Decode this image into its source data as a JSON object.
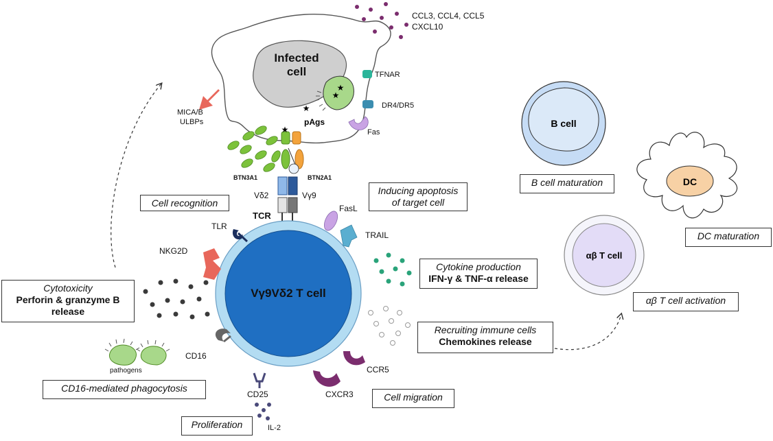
{
  "infected_cell": {
    "title_line1": "Infected",
    "title_line2": "cell",
    "pags": "pAgs"
  },
  "central_cell": {
    "name": "Vγ9Vδ2 T cell"
  },
  "b_cell": {
    "name": "B cell"
  },
  "dc": {
    "name": "DC"
  },
  "ab_t_cell": {
    "name": "αβ T cell"
  },
  "labels": {
    "chemokines": "CCL3,  CCL4,  CCL5",
    "cxcl10": "CXCL10",
    "tfnar": "TFNAR",
    "dr4_dr5": "DR4/DR5",
    "fas": "Fas",
    "mica_b": "MICA/B",
    "ulbps": "ULBPs",
    "btn3a1": "BTN3A1",
    "btn2a1": "BTN2A1",
    "vd2": "Vδ2",
    "vg9": "Vγ9",
    "tcr": "TCR",
    "tlr": "TLR",
    "nkg2d": "NKG2D",
    "fasl": "FasL",
    "trail": "TRAIL",
    "cd16": "CD16",
    "cd25": "CD25",
    "ccr5": "CCR5",
    "cxcr3": "CXCR3",
    "il2": "IL-2",
    "pathogens": "pathogens"
  },
  "boxes": {
    "cell_recognition": "Cell recognition",
    "apoptosis_line1": "Inducing apoptosis",
    "apoptosis_line2": "of target cell",
    "cytokine_title": "Cytokine production",
    "cytokine_detail": "IFN-γ & TNF-α release",
    "cytotox_title": "Cytotoxicity",
    "cytotox_detail_1": "Perforin & granzyme B",
    "cytotox_detail_2": "release",
    "recruit_title": "Recruiting immune cells",
    "recruit_detail": "Chemokines release",
    "phagocytosis": "CD16-mediated phagocytosis",
    "migration": "Cell migration",
    "proliferation": "Proliferation",
    "b_maturation": "B cell maturation",
    "dc_maturation": "DC maturation",
    "ab_activation": "αβ T cell activation"
  },
  "colors": {
    "t_cell_core": "#1f6fc2",
    "t_cell_membrane": "#b3dcf2",
    "infected_nucleus": "#cfcfcf",
    "btn_green": "#7cc23b",
    "btn_orange": "#f3a33c",
    "chemokine_dots": "#7b2d6e",
    "cytokine_dots": "#2aa37a",
    "perforin_dots": "#3a3a3a",
    "il2_dots": "#4a4a7a",
    "b_cell_fill": "#dbe9f8",
    "dc_fill": "#f7d1a5",
    "ab_t_fill": "#e3dcf7"
  }
}
